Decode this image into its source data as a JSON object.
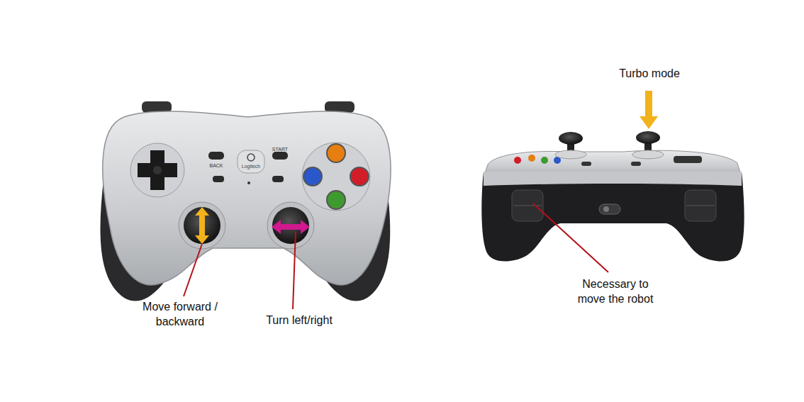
{
  "diagram": {
    "labels": [
      "Move forward / backward",
      "Turn left/right",
      "Turbo mode",
      "Necessary to move the robot",
      "BACK",
      "START",
      "Logitech"
    ]
  }
}
